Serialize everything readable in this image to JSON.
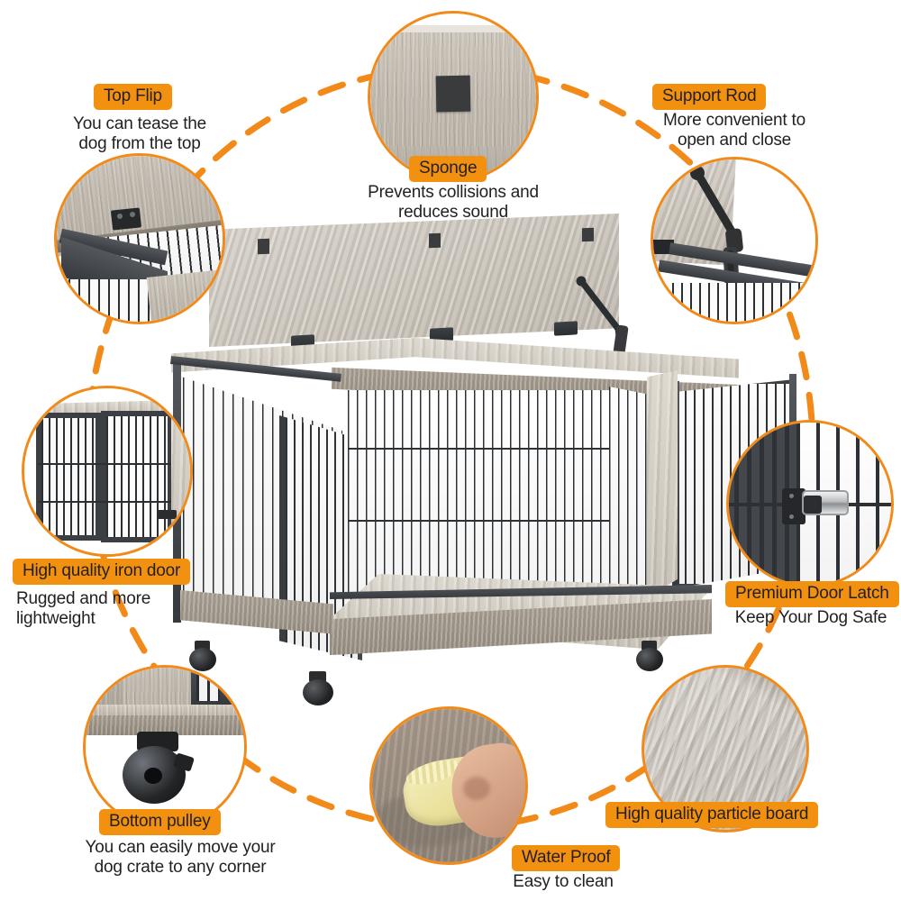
{
  "product": {
    "name": "wooden-dog-crate-furniture",
    "description": "Grey wood dog crate end table with flip-up top, double wire mesh doors and caster wheels"
  },
  "accent": {
    "badge_bg": "#F2910F",
    "circle_stroke": "#F28A1A",
    "dash_line": "#F28A1A",
    "text": "#231f20"
  },
  "callouts": [
    {
      "id": "top-flip",
      "badge": "Top Flip",
      "caption_lines": [
        "You can tease the",
        "dog from the top"
      ],
      "image": "crate-top-panel-hinge-closeup"
    },
    {
      "id": "sponge",
      "badge": "Sponge",
      "caption_lines": [
        "Prevents collisions and",
        "reduces sound"
      ],
      "image": "black-sponge-pad-on-wood-closeup"
    },
    {
      "id": "support-rod",
      "badge": "Support Rod",
      "caption_lines": [
        "More convenient to",
        "open and close"
      ],
      "image": "black-gas-strut-support-rod-closeup"
    },
    {
      "id": "premium-door-latch",
      "badge": "Premium Door Latch",
      "caption_lines": [
        "Keep Your Dog Safe"
      ],
      "image": "chrome-toggle-latch-closeup"
    },
    {
      "id": "high-quality-particle-board",
      "badge": "High quality particle board",
      "caption_lines": [],
      "image": "grey-woodgrain-particle-board-closeup"
    },
    {
      "id": "water-proof",
      "badge": "Water Proof",
      "caption_lines": [
        "Easy to clean"
      ],
      "image": "hand-wiping-wet-board-with-yellow-cloth"
    },
    {
      "id": "bottom-pulley",
      "badge": "Bottom pulley",
      "caption_lines": [
        "You can easily move your",
        "dog crate to any corner"
      ],
      "image": "black-caster-wheel-closeup"
    },
    {
      "id": "high-quality-iron-door",
      "badge": "High quality iron door",
      "caption_lines": [
        "Rugged and more",
        "lightweight"
      ],
      "image": "double-wire-mesh-doors-closeup"
    }
  ]
}
